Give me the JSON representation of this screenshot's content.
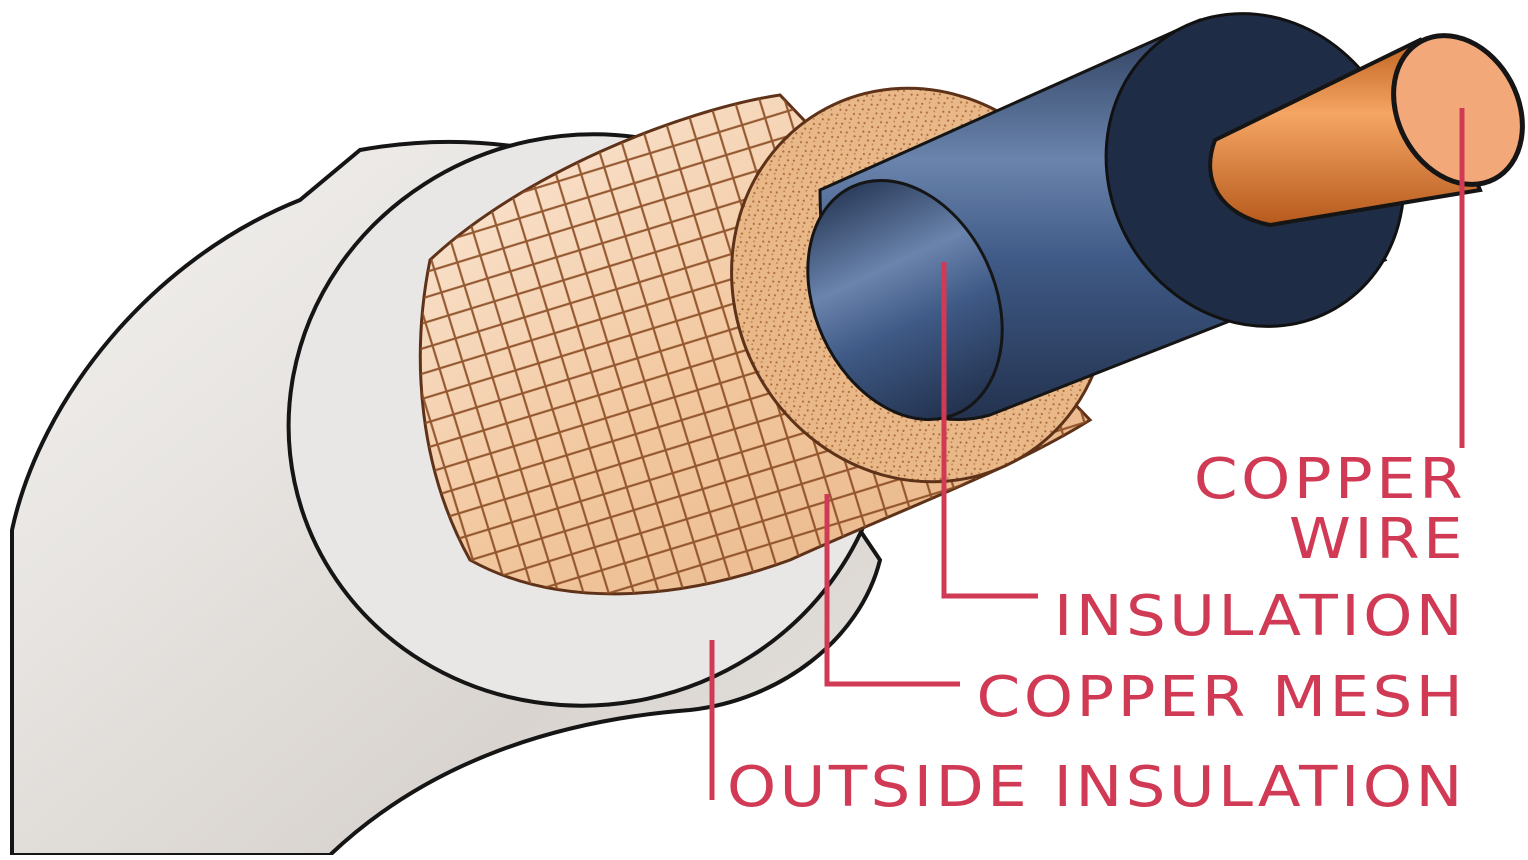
{
  "colors": {
    "label": "#d13a54",
    "copper_light": "#f7b27a",
    "copper_dark": "#c76a25",
    "mesh_fill": "#f4cfa6",
    "mesh_line": "#8a4b22",
    "inner_insulation": "#3e5a86",
    "inner_insulation_dark": "#1f2c45",
    "outer_jacket": "#e6e3e0",
    "outline": "#151515"
  },
  "labels": {
    "copper_wire": "COPPER\nWIRE",
    "insulation": "INSULATION",
    "copper_mesh": "COPPER MESH",
    "outside_insulation": "OUTSIDE INSULATION"
  },
  "icons": [
    "coaxial-cable-illustration"
  ]
}
